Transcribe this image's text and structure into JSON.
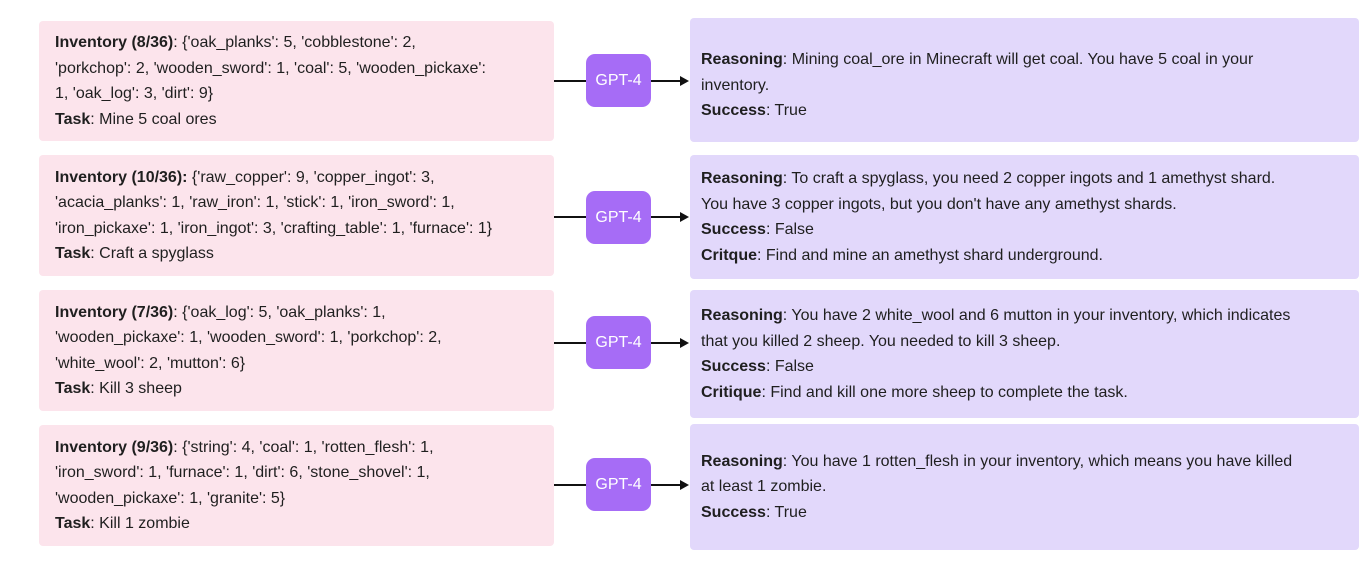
{
  "model_label": "GPT-4",
  "rows": [
    {
      "inventory_label": "Inventory (8/36)",
      "inventory_lines": [
        ": {'oak_planks': 5, 'cobblestone': 2,",
        "'porkchop': 2, 'wooden_sword': 1, 'coal': 5, 'wooden_pickaxe':",
        "1, 'oak_log': 3, 'dirt': 9}"
      ],
      "task_label": "Task",
      "task_text": ": Mine 5 coal ores",
      "reasoning_label": "Reasoning",
      "reasoning_lines": [
        ": Mining coal_ore in Minecraft will get coal. You have 5 coal in your",
        "inventory."
      ],
      "success_label": "Success",
      "success_text": ": True"
    },
    {
      "inventory_label": "Inventory (10/36):",
      "inventory_lines": [
        " {'raw_copper': 9, 'copper_ingot': 3,",
        "'acacia_planks': 1, 'raw_iron': 1, 'stick': 1, 'iron_sword': 1,",
        "'iron_pickaxe': 1, 'iron_ingot': 3, 'crafting_table': 1, 'furnace': 1}"
      ],
      "task_label": "Task",
      "task_text": ": Craft a spyglass",
      "reasoning_label": "Reasoning",
      "reasoning_lines": [
        ": To craft a spyglass, you need 2 copper ingots and 1 amethyst shard.",
        "You have 3 copper ingots, but you don't have any amethyst shards."
      ],
      "success_label": "Success",
      "success_text": ": False",
      "critique_label": "Critque",
      "critique_text": ": Find and mine an amethyst shard underground."
    },
    {
      "inventory_label": "Inventory (7/36)",
      "inventory_lines": [
        ": {'oak_log': 5, 'oak_planks': 1,",
        "'wooden_pickaxe': 1, 'wooden_sword': 1, 'porkchop': 2,",
        "'white_wool': 2, 'mutton': 6}"
      ],
      "task_label": "Task",
      "task_text": ": Kill 3 sheep",
      "reasoning_label": "Reasoning",
      "reasoning_lines": [
        ": You have 2 white_wool and 6 mutton in your inventory, which indicates",
        "that you killed 2 sheep. You needed to kill 3 sheep."
      ],
      "success_label": "Success",
      "success_text": ": False",
      "critique_label": "Critique",
      "critique_text": ": Find and kill one more sheep to complete the task."
    },
    {
      "inventory_label": "Inventory (9/36)",
      "inventory_lines": [
        ": {'string': 4, 'coal': 1, 'rotten_flesh': 1,",
        "'iron_sword': 1, 'furnace': 1, 'dirt': 6, 'stone_shovel': 1,",
        "'wooden_pickaxe': 1, 'granite': 5}"
      ],
      "task_label": "Task",
      "task_text": ": Kill 1 zombie",
      "reasoning_label": "Reasoning",
      "reasoning_lines": [
        ": You have 1 rotten_flesh in your inventory, which means you have killed",
        "at least 1 zombie."
      ],
      "success_label": "Success",
      "success_text": ": True"
    }
  ]
}
